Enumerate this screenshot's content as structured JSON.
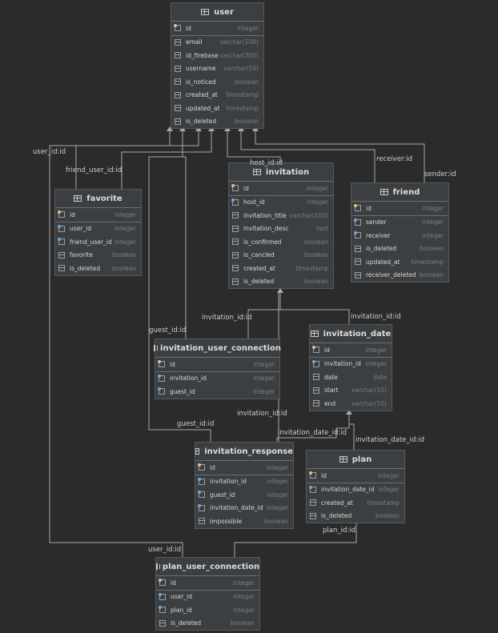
{
  "tables": {
    "user": {
      "name": "user",
      "columns": [
        {
          "name": "id",
          "type": "integer",
          "key": "pk"
        },
        {
          "name": "email",
          "type": "varchar(100)",
          "key": ""
        },
        {
          "name": "id_firebase",
          "type": "varchar(300)",
          "key": ""
        },
        {
          "name": "username",
          "type": "varchar(50)",
          "key": ""
        },
        {
          "name": "is_noticed",
          "type": "boolean",
          "key": ""
        },
        {
          "name": "created_at",
          "type": "timestamp",
          "key": ""
        },
        {
          "name": "updated_at",
          "type": "timestamp",
          "key": ""
        },
        {
          "name": "is_deleted",
          "type": "boolean",
          "key": ""
        }
      ]
    },
    "invitation": {
      "name": "invitation",
      "columns": [
        {
          "name": "id",
          "type": "integer",
          "key": "pk"
        },
        {
          "name": "host_id",
          "type": "integer",
          "key": "fk"
        },
        {
          "name": "invitation_title",
          "type": "varchar(100)",
          "key": ""
        },
        {
          "name": "invitation_desc",
          "type": "text",
          "key": ""
        },
        {
          "name": "is_confirmed",
          "type": "boolean",
          "key": ""
        },
        {
          "name": "is_cancled",
          "type": "boolean",
          "key": ""
        },
        {
          "name": "created_at",
          "type": "timestamp",
          "key": ""
        },
        {
          "name": "is_deleted",
          "type": "boolean",
          "key": ""
        }
      ]
    },
    "friend": {
      "name": "friend",
      "columns": [
        {
          "name": "id",
          "type": "integer",
          "key": "pk"
        },
        {
          "name": "sender",
          "type": "integer",
          "key": "fk"
        },
        {
          "name": "receiver",
          "type": "integer",
          "key": "fk"
        },
        {
          "name": "is_deleted",
          "type": "boolean",
          "key": ""
        },
        {
          "name": "updated_at",
          "type": "timestamp",
          "key": ""
        },
        {
          "name": "receiver_deleted",
          "type": "boolean",
          "key": ""
        }
      ]
    },
    "favorite": {
      "name": "favorite",
      "columns": [
        {
          "name": "id",
          "type": "integer",
          "key": "pk"
        },
        {
          "name": "user_id",
          "type": "integer",
          "key": "fk"
        },
        {
          "name": "friend_user_id",
          "type": "integer",
          "key": "fk"
        },
        {
          "name": "favorite",
          "type": "boolean",
          "key": ""
        },
        {
          "name": "is_deleted",
          "type": "boolean",
          "key": ""
        }
      ]
    },
    "invitation_date": {
      "name": "invitation_date",
      "columns": [
        {
          "name": "id",
          "type": "integer",
          "key": "pk"
        },
        {
          "name": "invitation_id",
          "type": "integer",
          "key": "fk"
        },
        {
          "name": "date",
          "type": "date",
          "key": ""
        },
        {
          "name": "start",
          "type": "varchar(10)",
          "key": ""
        },
        {
          "name": "end",
          "type": "varchar(10)",
          "key": ""
        }
      ]
    },
    "invitation_user_connection": {
      "name": "invitation_user_connection",
      "columns": [
        {
          "name": "id",
          "type": "integer",
          "key": "pk"
        },
        {
          "name": "invitation_id",
          "type": "integer",
          "key": "fk"
        },
        {
          "name": "guest_id",
          "type": "integer",
          "key": "fk"
        }
      ]
    },
    "invitation_response": {
      "name": "invitation_response",
      "columns": [
        {
          "name": "id",
          "type": "integer",
          "key": "pk"
        },
        {
          "name": "invitation_id",
          "type": "integer",
          "key": "fk"
        },
        {
          "name": "guest_id",
          "type": "integer",
          "key": "fk"
        },
        {
          "name": "invitation_date_id",
          "type": "integer",
          "key": "fk"
        },
        {
          "name": "impossible",
          "type": "boolean",
          "key": ""
        }
      ]
    },
    "plan": {
      "name": "plan",
      "columns": [
        {
          "name": "id",
          "type": "integer",
          "key": "pk"
        },
        {
          "name": "invitation_date_id",
          "type": "integer",
          "key": "fk"
        },
        {
          "name": "created_at",
          "type": "timestamp",
          "key": ""
        },
        {
          "name": "is_deleted",
          "type": "boolean",
          "key": ""
        }
      ]
    },
    "plan_user_connection": {
      "name": "plan_user_connection",
      "columns": [
        {
          "name": "id",
          "type": "integer",
          "key": "pk"
        },
        {
          "name": "user_id",
          "type": "integer",
          "key": "fk"
        },
        {
          "name": "plan_id",
          "type": "integer",
          "key": "fk"
        },
        {
          "name": "is_deleted",
          "type": "boolean",
          "key": ""
        }
      ]
    }
  },
  "relation_labels": {
    "host": "host_id:id",
    "receiver": "receiver:id",
    "sender": "sender:id",
    "fav_user": "user_id:id",
    "fav_friend": "friend_user_id:id",
    "iuc_guest": "guest_id:id",
    "iuc_invitation": "invitation_id:id",
    "date_invitation": "invitation_id:id",
    "resp_invitation": "invitation_id:id",
    "resp_guest": "guest_id:id",
    "resp_date": "invitation_date_id:id",
    "plan_date": "invitation_date_id:id",
    "puc_plan": "plan_id:id",
    "puc_user": "user_id:id"
  },
  "colors": {
    "background": "#2b2b2b",
    "table": "#3c3f41",
    "line": "#a9a9a9",
    "primary_key": "#e5c07b",
    "foreign_key": "#6fa8dc"
  }
}
